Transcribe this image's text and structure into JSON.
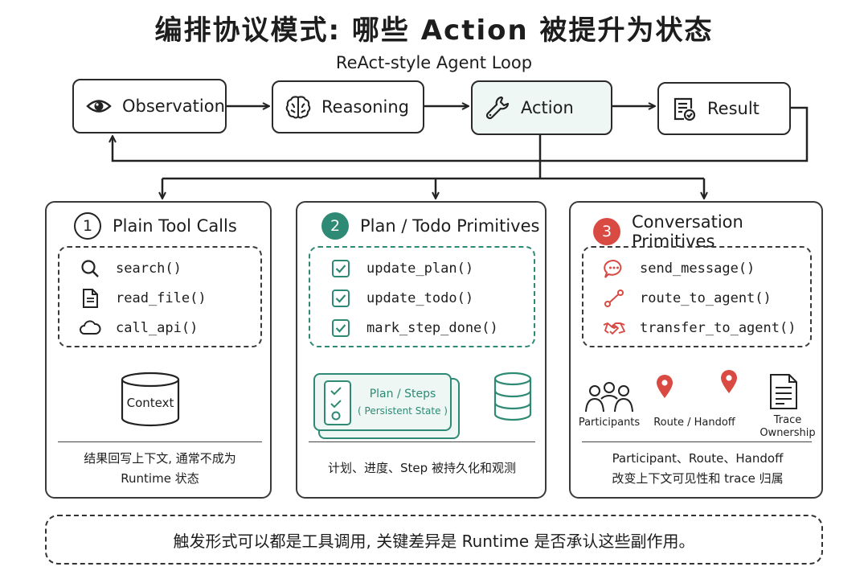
{
  "header": {
    "title": "编排协议模式: 哪些 Action 被提升为状态",
    "subtitle": "ReAct-style Agent Loop"
  },
  "loop": {
    "nodes": [
      {
        "label": "Observation",
        "icon": "eye-icon"
      },
      {
        "label": "Reasoning",
        "icon": "brain-icon"
      },
      {
        "label": "Action",
        "icon": "wrench-icon"
      },
      {
        "label": "Result",
        "icon": "document-check-icon"
      }
    ]
  },
  "panels": [
    {
      "number": "1",
      "title": "Plain Tool Calls",
      "items": [
        {
          "label": "search()",
          "icon": "search-icon"
        },
        {
          "label": "read_file()",
          "icon": "file-icon"
        },
        {
          "label": "call_api()",
          "icon": "cloud-icon"
        }
      ],
      "store_label": "Context",
      "note_lines": [
        "结果回写上下文, 通常不成为",
        "Runtime 状态"
      ]
    },
    {
      "number": "2",
      "title": "Plan / Todo Primitives",
      "items": [
        {
          "label": "update_plan()",
          "icon": "checkbox-icon"
        },
        {
          "label": "update_todo()",
          "icon": "checkbox-icon"
        },
        {
          "label": "mark_step_done()",
          "icon": "checkbox-icon"
        }
      ],
      "plan_card": {
        "line1": "Plan / Steps",
        "line2": "( Persistent State )"
      },
      "note_lines": [
        "计划、进度、Step 被持久化和观测"
      ]
    },
    {
      "number": "3",
      "title": "Conversation Primitives",
      "items": [
        {
          "label": "send_message()",
          "icon": "chat-icon"
        },
        {
          "label": "route_to_agent()",
          "icon": "route-icon"
        },
        {
          "label": "transfer_to_agent()",
          "icon": "handshake-icon"
        }
      ],
      "flow": {
        "participants": "Participants",
        "route": "Route / Handoff",
        "trace_line1": "Trace",
        "trace_line2": "Ownership"
      },
      "note_lines": [
        "Participant、Route、Handoff",
        "改变上下文可见性和 trace 归属"
      ]
    }
  ],
  "footer": {
    "text": "触发形式可以都是工具调用, 关键差异是 Runtime 是否承认这些副作用。"
  },
  "colors": {
    "ink": "#1d1d1d",
    "teal": "#2e8a74",
    "teal_fill": "#eef7f4",
    "red": "#d94a43"
  }
}
